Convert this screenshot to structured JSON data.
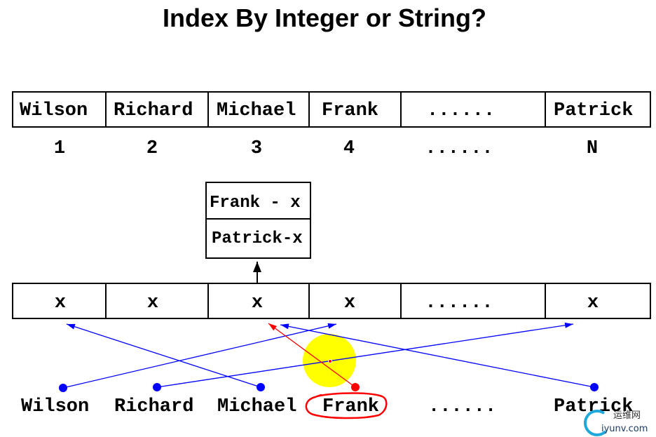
{
  "title": "Index By Integer or String?",
  "array_row": [
    "Wilson",
    "Richard",
    "Michael",
    "Frank",
    "......",
    "Patrick"
  ],
  "index_row": [
    "1",
    "2",
    "3",
    "4",
    "......",
    "N"
  ],
  "bucket": [
    "Frank - x",
    "Patrick-x"
  ],
  "hash_row": [
    "x",
    "x",
    "x",
    "x",
    "......",
    "x"
  ],
  "keys": [
    "Wilson",
    "Richard",
    "Michael",
    "Frank",
    "......",
    "Patrick"
  ],
  "colors": {
    "border": "#000000",
    "arrow": "#0000ff",
    "highlight": "#ff0000",
    "cursor": "#ffff00",
    "watermark_logo": "#1fa8dc",
    "watermark_text": "#333333",
    "watermark_domain": "#1a3a6a"
  },
  "watermark": {
    "name": "运维网",
    "domain": "iyunv.com"
  }
}
